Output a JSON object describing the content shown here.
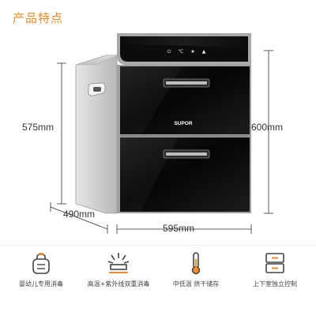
{
  "header": {
    "title": "产品特点"
  },
  "product": {
    "brand": "SUPOR",
    "panel_buttons": [
      "⏻",
      "℃",
      "★",
      "▲"
    ]
  },
  "dimensions": {
    "height_body": "575mm",
    "height_total": "600mm",
    "depth": "490mm",
    "width": "595mm"
  },
  "features": [
    {
      "icon": "baby-bottle-icon",
      "label": "婴幼儿专用消毒"
    },
    {
      "icon": "uv-lamp-icon",
      "label": "高温+紫外线双重消毒"
    },
    {
      "icon": "thermometer-icon",
      "label": "中低温 烘干储存"
    },
    {
      "icon": "drawers-icon",
      "label": "上下室独立控制"
    }
  ],
  "colors": {
    "title": "#f08a2b",
    "panel": "#0b0b0b",
    "steel": "#c9c9c9"
  }
}
